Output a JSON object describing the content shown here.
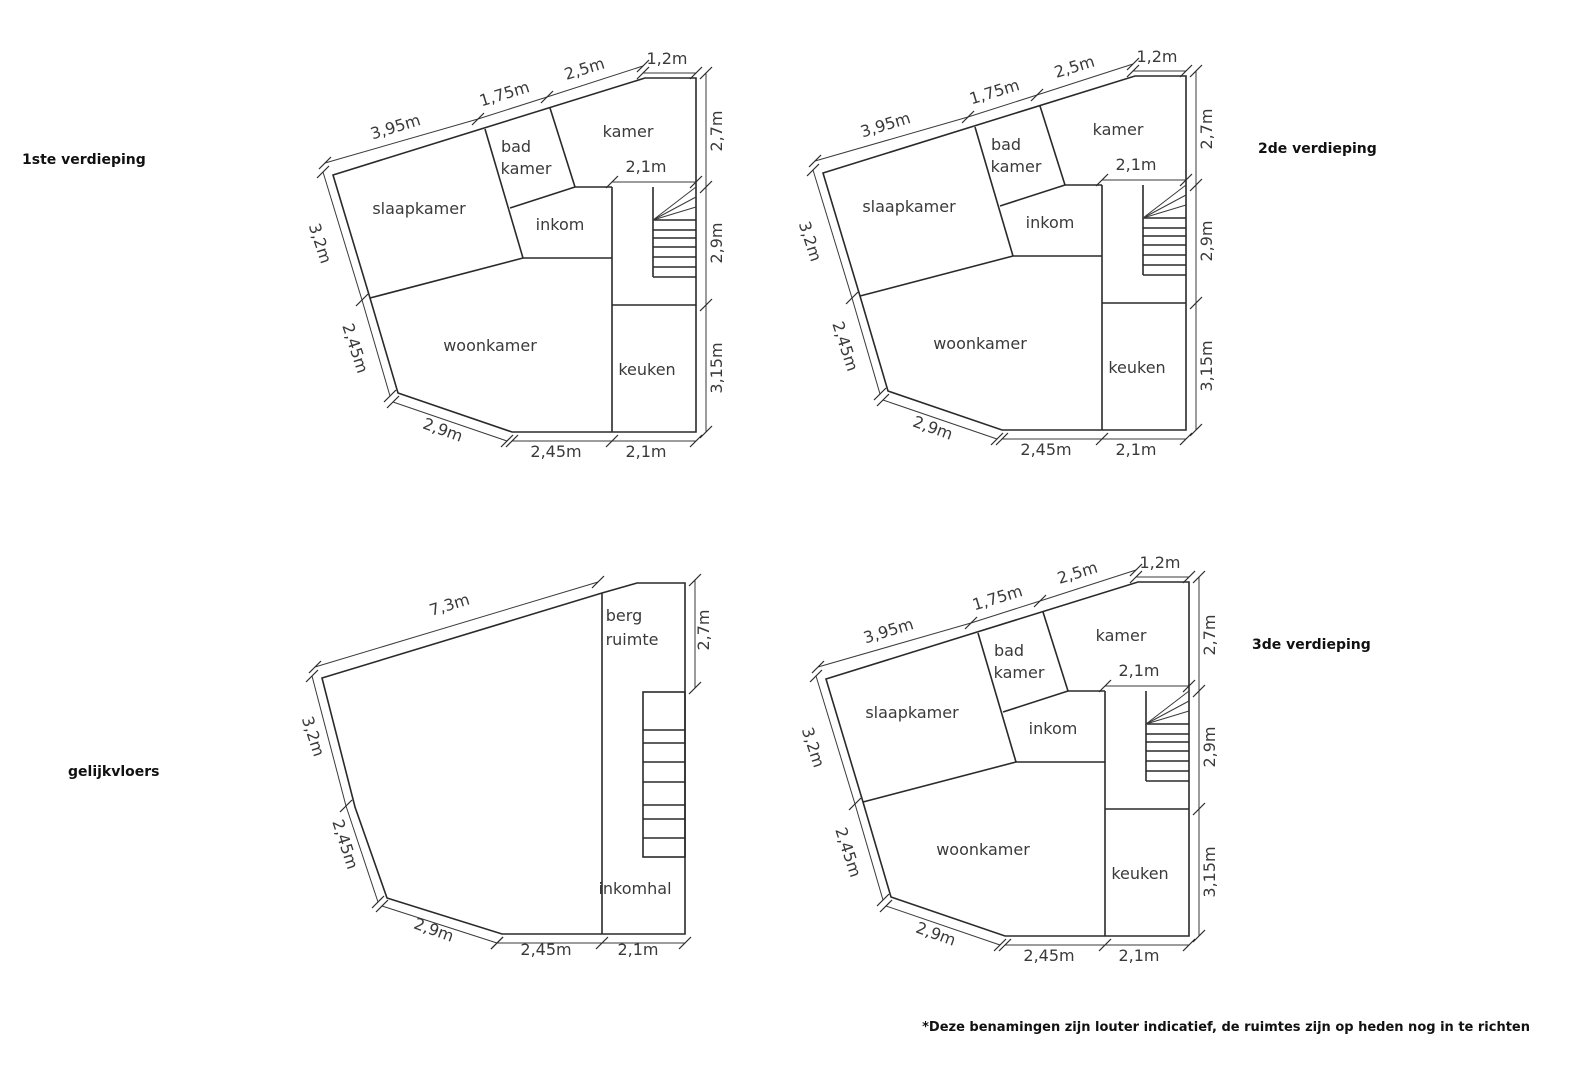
{
  "plans": {
    "first": {
      "title": "1ste verdieping",
      "rooms": {
        "kamer": "kamer",
        "bad1": "bad",
        "bad2": "kamer",
        "slaapkamer": "slaapkamer",
        "inkom": "inkom",
        "woonkamer": "woonkamer",
        "keuken": "keuken"
      },
      "dims": {
        "top1": "3,95m",
        "top2": "1,75m",
        "top3": "2,5m",
        "corner": "1,2m",
        "right1": "2,7m",
        "right2": "2,9m",
        "right3": "3,15m",
        "inner": "2,1m",
        "bottom1": "2,45m",
        "bottom2": "2,1m",
        "bevel": "2,9m",
        "left1": "3,2m",
        "left2": "2,45m"
      }
    },
    "second": {
      "title": "2de verdieping",
      "rooms": {
        "kamer": "kamer",
        "bad1": "bad",
        "bad2": "kamer",
        "slaapkamer": "slaapkamer",
        "inkom": "inkom",
        "woonkamer": "woonkamer",
        "keuken": "keuken"
      },
      "dims": {
        "top1": "3,95m",
        "top2": "1,75m",
        "top3": "2,5m",
        "corner": "1,2m",
        "right1": "2,7m",
        "right2": "2,9m",
        "right3": "3,15m",
        "inner": "2,1m",
        "bottom1": "2,45m",
        "bottom2": "2,1m",
        "bevel": "2,9m",
        "left1": "3,2m",
        "left2": "2,45m"
      }
    },
    "third": {
      "title": "3de verdieping",
      "rooms": {
        "kamer": "kamer",
        "bad1": "bad",
        "bad2": "kamer",
        "slaapkamer": "slaapkamer",
        "inkom": "inkom",
        "woonkamer": "woonkamer",
        "keuken": "keuken"
      },
      "dims": {
        "top1": "3,95m",
        "top2": "1,75m",
        "top3": "2,5m",
        "corner": "1,2m",
        "right1": "2,7m",
        "right2": "2,9m",
        "right3": "3,15m",
        "inner": "2,1m",
        "bottom1": "2,45m",
        "bottom2": "2,1m",
        "bevel": "2,9m",
        "left1": "3,2m",
        "left2": "2,45m"
      }
    },
    "ground": {
      "title": "gelijkvloers",
      "rooms": {
        "berg1": "berg",
        "berg2": "ruimte",
        "inkomhal": "inkomhal"
      },
      "dims": {
        "top": "7,3m",
        "right": "2,7m",
        "left1": "3,2m",
        "left2": "2,45m",
        "bevel": "2,9m",
        "bottom1": "2,45m",
        "bottom2": "2,1m"
      }
    }
  },
  "footnote": "*Deze benamingen zijn louter indicatief, de ruimtes zijn op heden nog in te richten"
}
